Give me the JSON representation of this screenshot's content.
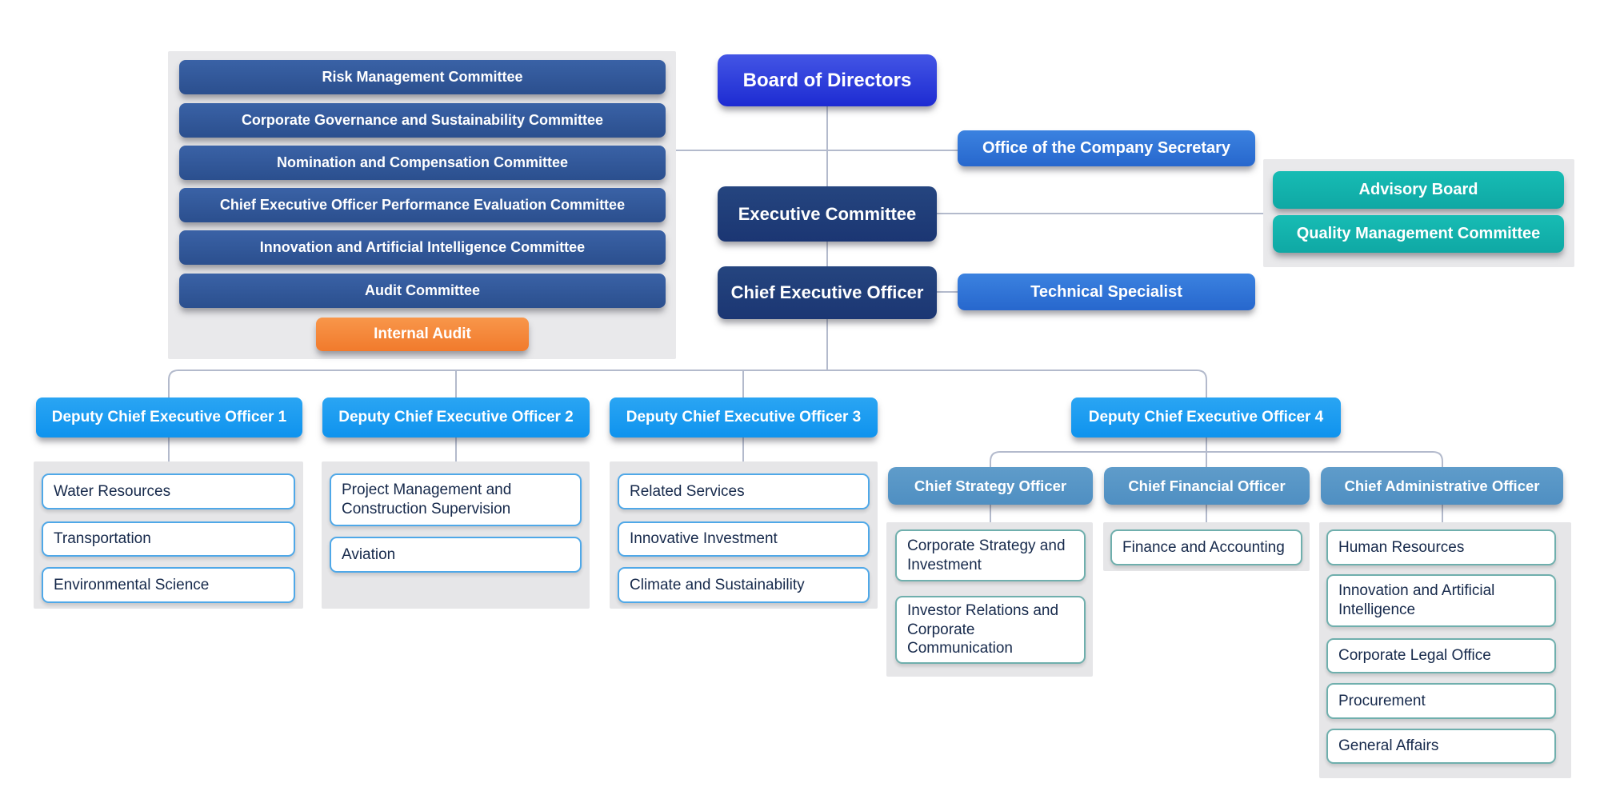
{
  "colors": {
    "committee_blue": "#31589B",
    "internal_audit_orange": "#F6863C",
    "board_gradient_top": "#4355E5",
    "board_gradient_bottom": "#1D2BD2",
    "navy": "#1F3C7D",
    "mid_blue": "#2E76D9",
    "teal": "#13B3AE",
    "deputy_azure": "#1A9CF1",
    "officer_steel": "#5794C6",
    "panel_gray": "#E9E9EB",
    "line_gray": "#B3BACC",
    "child_border_blue": "#4FA8E8",
    "child_border_teal": "#6FAFAD",
    "child_text_navy": "#16294B"
  },
  "committees": {
    "items": [
      "Risk Management Committee",
      "Corporate Governance and Sustainability Committee",
      "Nomination and Compensation Committee",
      "Chief Executive Officer Performance Evaluation Committee",
      "Innovation and Artificial Intelligence Committee",
      "Audit Committee"
    ],
    "internal_audit": "Internal Audit"
  },
  "top": {
    "board": "Board of Directors",
    "office_secretary": "Office of the Company Secretary",
    "executive_committee": "Executive Committee",
    "ceo": "Chief Executive Officer",
    "technical_specialist": "Technical Specialist"
  },
  "advisory": {
    "advisory_board": "Advisory Board",
    "quality_committee": "Quality Management Committee"
  },
  "deputies": [
    {
      "label": "Deputy Chief Executive Officer 1",
      "children": [
        "Water Resources",
        "Transportation",
        "Environmental Science"
      ]
    },
    {
      "label": "Deputy Chief Executive Officer 2",
      "children": [
        "Project Management and Construction Supervision",
        "Aviation"
      ]
    },
    {
      "label": "Deputy Chief Executive Officer 3",
      "children": [
        "Related Services",
        "Innovative Investment",
        "Climate and Sustainability"
      ]
    },
    {
      "label": "Deputy Chief Executive Officer 4"
    }
  ],
  "officers": [
    {
      "label": "Chief Strategy Officer",
      "children": [
        "Corporate Strategy and Investment",
        "Investor Relations and Corporate Communication"
      ]
    },
    {
      "label": "Chief Financial Officer",
      "children": [
        "Finance and Accounting"
      ]
    },
    {
      "label": "Chief Administrative Officer",
      "children": [
        "Human Resources",
        "Innovation and  Artificial Intelligence",
        "Corporate Legal Office",
        "Procurement",
        "General Affairs"
      ]
    }
  ]
}
